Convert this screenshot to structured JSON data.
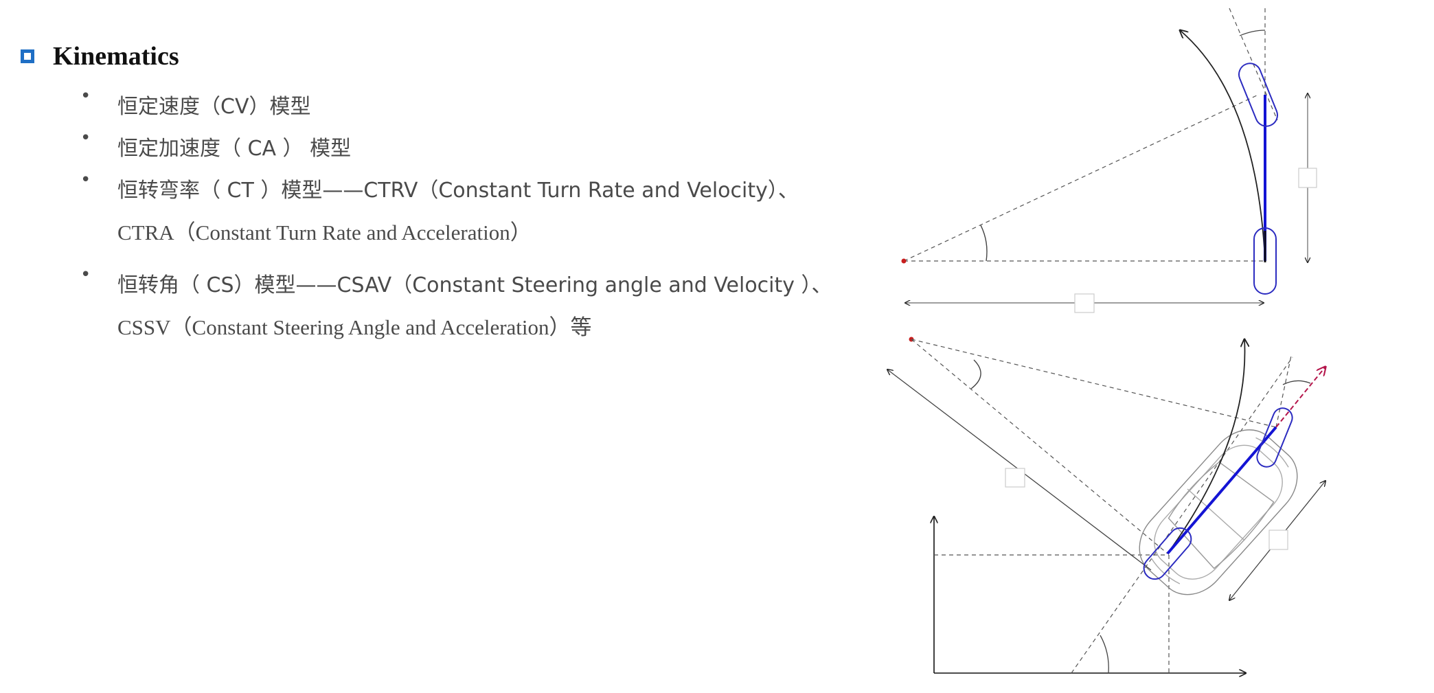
{
  "title": "Kinematics",
  "bullets": [
    {
      "lines": [
        "恒定速度（CV）模型"
      ]
    },
    {
      "lines": [
        "恒定加速度（ CA ） 模型"
      ]
    },
    {
      "lines": [
        "恒转弯率（ CT ）模型——CTRV（Constant Turn Rate and Velocity）、",
        "CTRA（Constant Turn Rate and Acceleration）"
      ]
    },
    {
      "lines": [
        "恒转角（ CS）模型——CSAV（Constant Steering angle and Velocity ）、",
        "CSSV（Constant Steering Angle and Acceleration）等"
      ]
    }
  ],
  "colors": {
    "title_marker": "#1f6fc5",
    "wheel": "#2b2bc0",
    "axle": "#1414d4",
    "center_point": "#c81e1e",
    "heading_arrow": "#b4144a"
  }
}
